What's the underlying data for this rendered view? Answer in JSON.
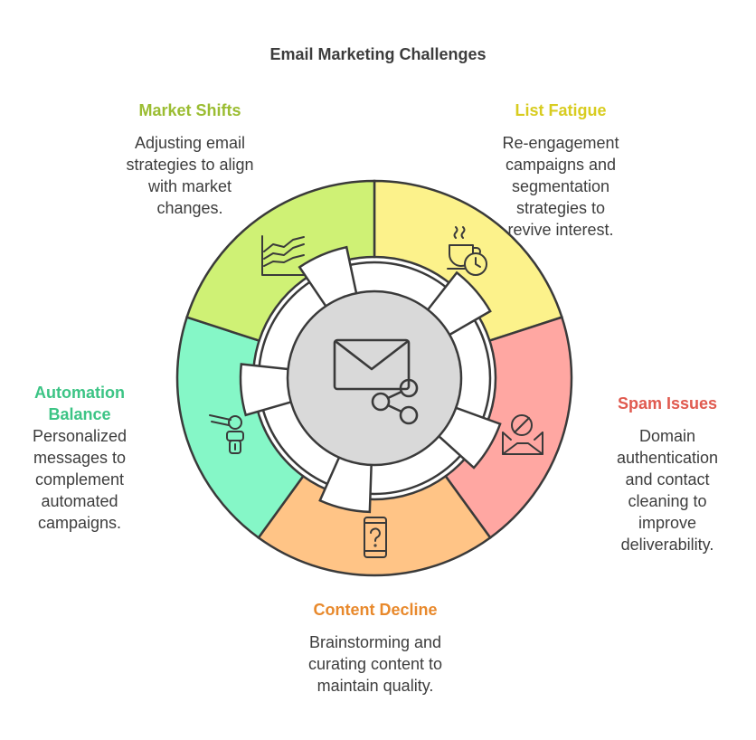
{
  "title": "Email Marketing Challenges",
  "segments": [
    {
      "id": "market-shifts",
      "heading": "Market Shifts",
      "description": "Adjusting email strategies to align with market changes.",
      "color": "#cff175",
      "heading_color": "#9bbd32",
      "icon": "line-chart-icon"
    },
    {
      "id": "list-fatigue",
      "heading": "List Fatigue",
      "description": "Re-engagement campaigns and segmentation strategies to revive interest.",
      "color": "#fcf28b",
      "heading_color": "#d8cc20",
      "icon": "coffee-clock-icon"
    },
    {
      "id": "spam-issues",
      "heading": "Spam Issues",
      "description": "Domain authentication and contact cleaning to improve deliverability.",
      "color": "#ffa7a2",
      "heading_color": "#e05a4f",
      "icon": "blocked-mail-icon"
    },
    {
      "id": "content-decline",
      "heading": "Content Decline",
      "description": "Brainstorming and curating content to maintain quality.",
      "color": "#ffc486",
      "heading_color": "#e8892c",
      "icon": "phone-question-icon"
    },
    {
      "id": "automation-balance",
      "heading": "Automation Balance",
      "description": "Personalized messages to complement automated campaigns.",
      "color": "#85f7c7",
      "heading_color": "#3cc485",
      "icon": "robot-arm-icon"
    }
  ],
  "center": {
    "color": "#d9d9d9",
    "icon": "mail-share-icon"
  }
}
